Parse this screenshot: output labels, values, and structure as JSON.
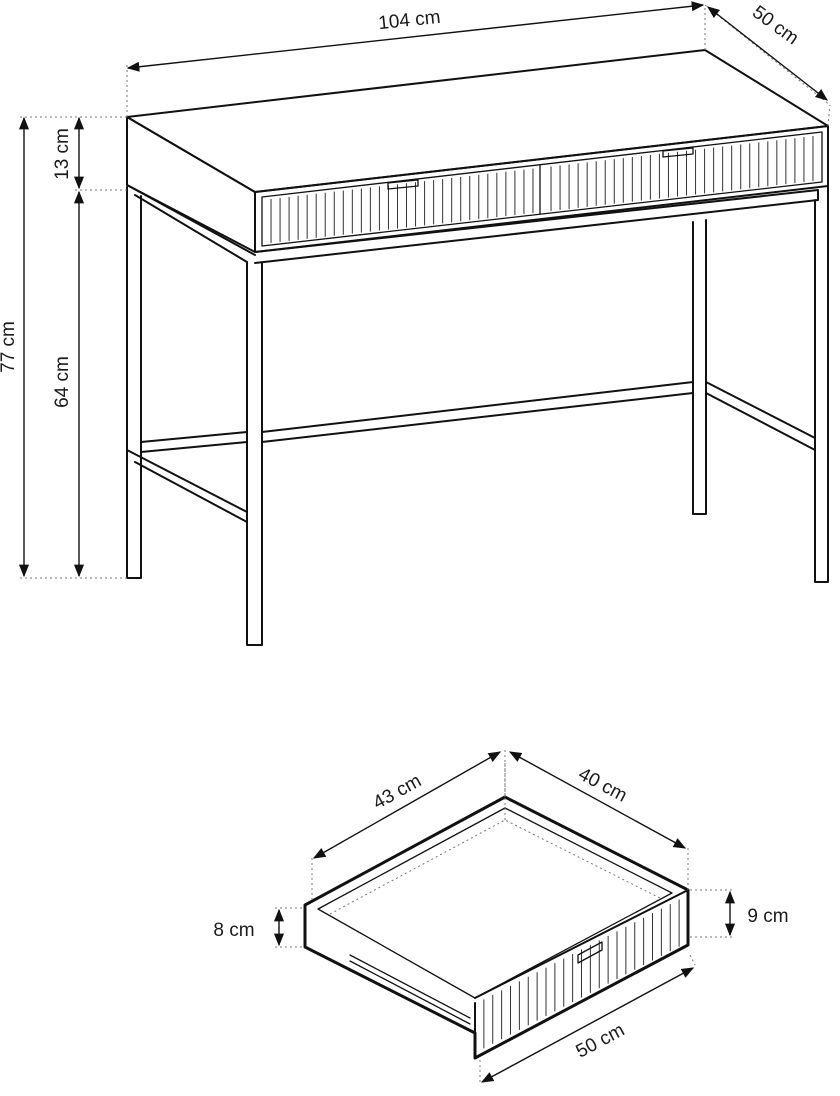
{
  "desk": {
    "width_label": "104 cm",
    "depth_label": "50 cm",
    "total_height_label": "77 cm",
    "top_height_label": "13 cm",
    "leg_height_label": "64 cm"
  },
  "drawer": {
    "outer_width_label": "43 cm",
    "outer_depth_label": "40 cm",
    "front_width_label": "50 cm",
    "back_height_label": "8 cm",
    "front_height_label": "9 cm"
  }
}
